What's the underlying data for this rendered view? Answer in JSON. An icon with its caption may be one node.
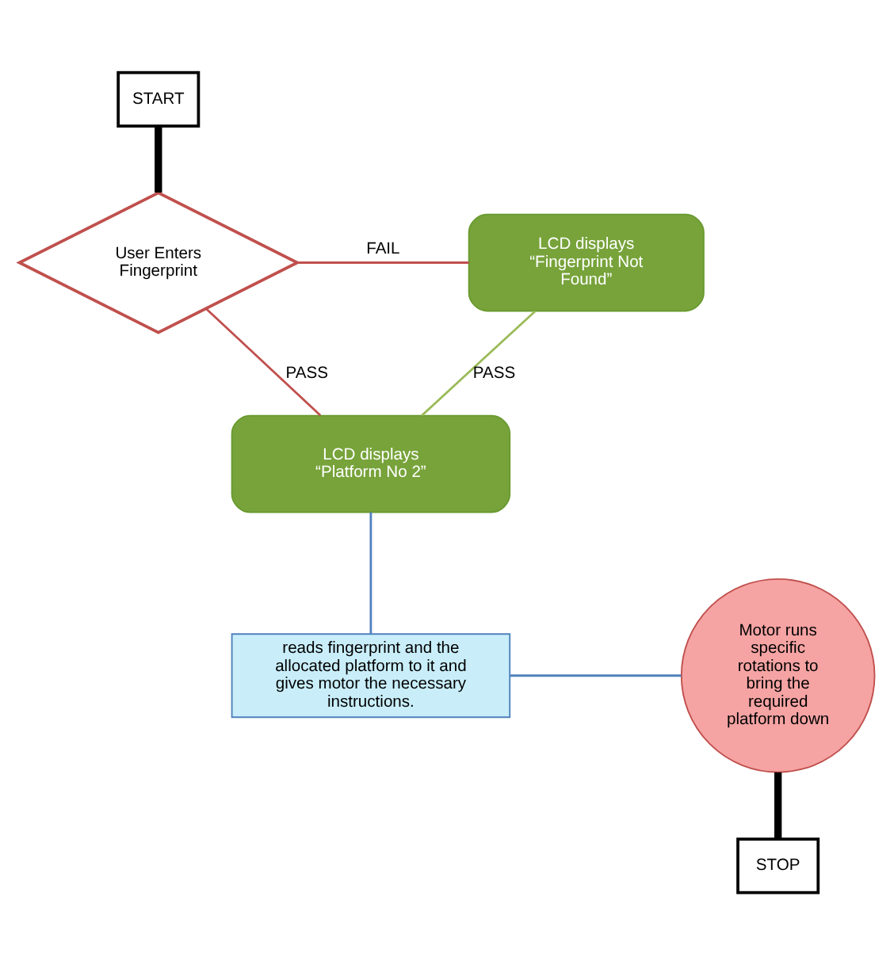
{
  "diagram": {
    "nodes": [
      {
        "text": [
          "START"
        ]
      },
      {
        "text": [
          "User Enters Fingerprint"
        ]
      },
      {
        "text": [
          "LCD displays “Fingerprint Not Found”"
        ]
      },
      {
        "text": [
          "LCD displays “Platform No 2”"
        ]
      },
      {
        "text": [
          "reads fingerprint and the allocated platform to it and gives motor the necessary instructions."
        ]
      },
      {
        "text": [
          "Motor runs specific rotations to bring the required platform down"
        ]
      },
      {
        "text": [
          "STOP"
        ]
      }
    ],
    "edges": [
      {
        "from": 0,
        "to": 1,
        "arrow": "none",
        "style": "thick",
        "color": "#000000"
      },
      {
        "from": 1,
        "to": 2,
        "arrow": "none",
        "label": "FAIL",
        "color": "#c0504d"
      },
      {
        "from": 1,
        "to": 3,
        "arrow": "none",
        "label": "PASS",
        "color": "#c0504d"
      },
      {
        "from": 2,
        "to": 3,
        "arrow": "none",
        "label": "PASS",
        "color": "#9bbb59"
      },
      {
        "from": 3,
        "to": 4,
        "arrow": "none",
        "color": "#4f81bd"
      },
      {
        "from": 4,
        "to": 5,
        "arrow": "none",
        "color": "#4f81bd"
      },
      {
        "from": 5,
        "to": 6,
        "arrow": "none",
        "style": "thick",
        "color": "#000000"
      }
    ]
  }
}
